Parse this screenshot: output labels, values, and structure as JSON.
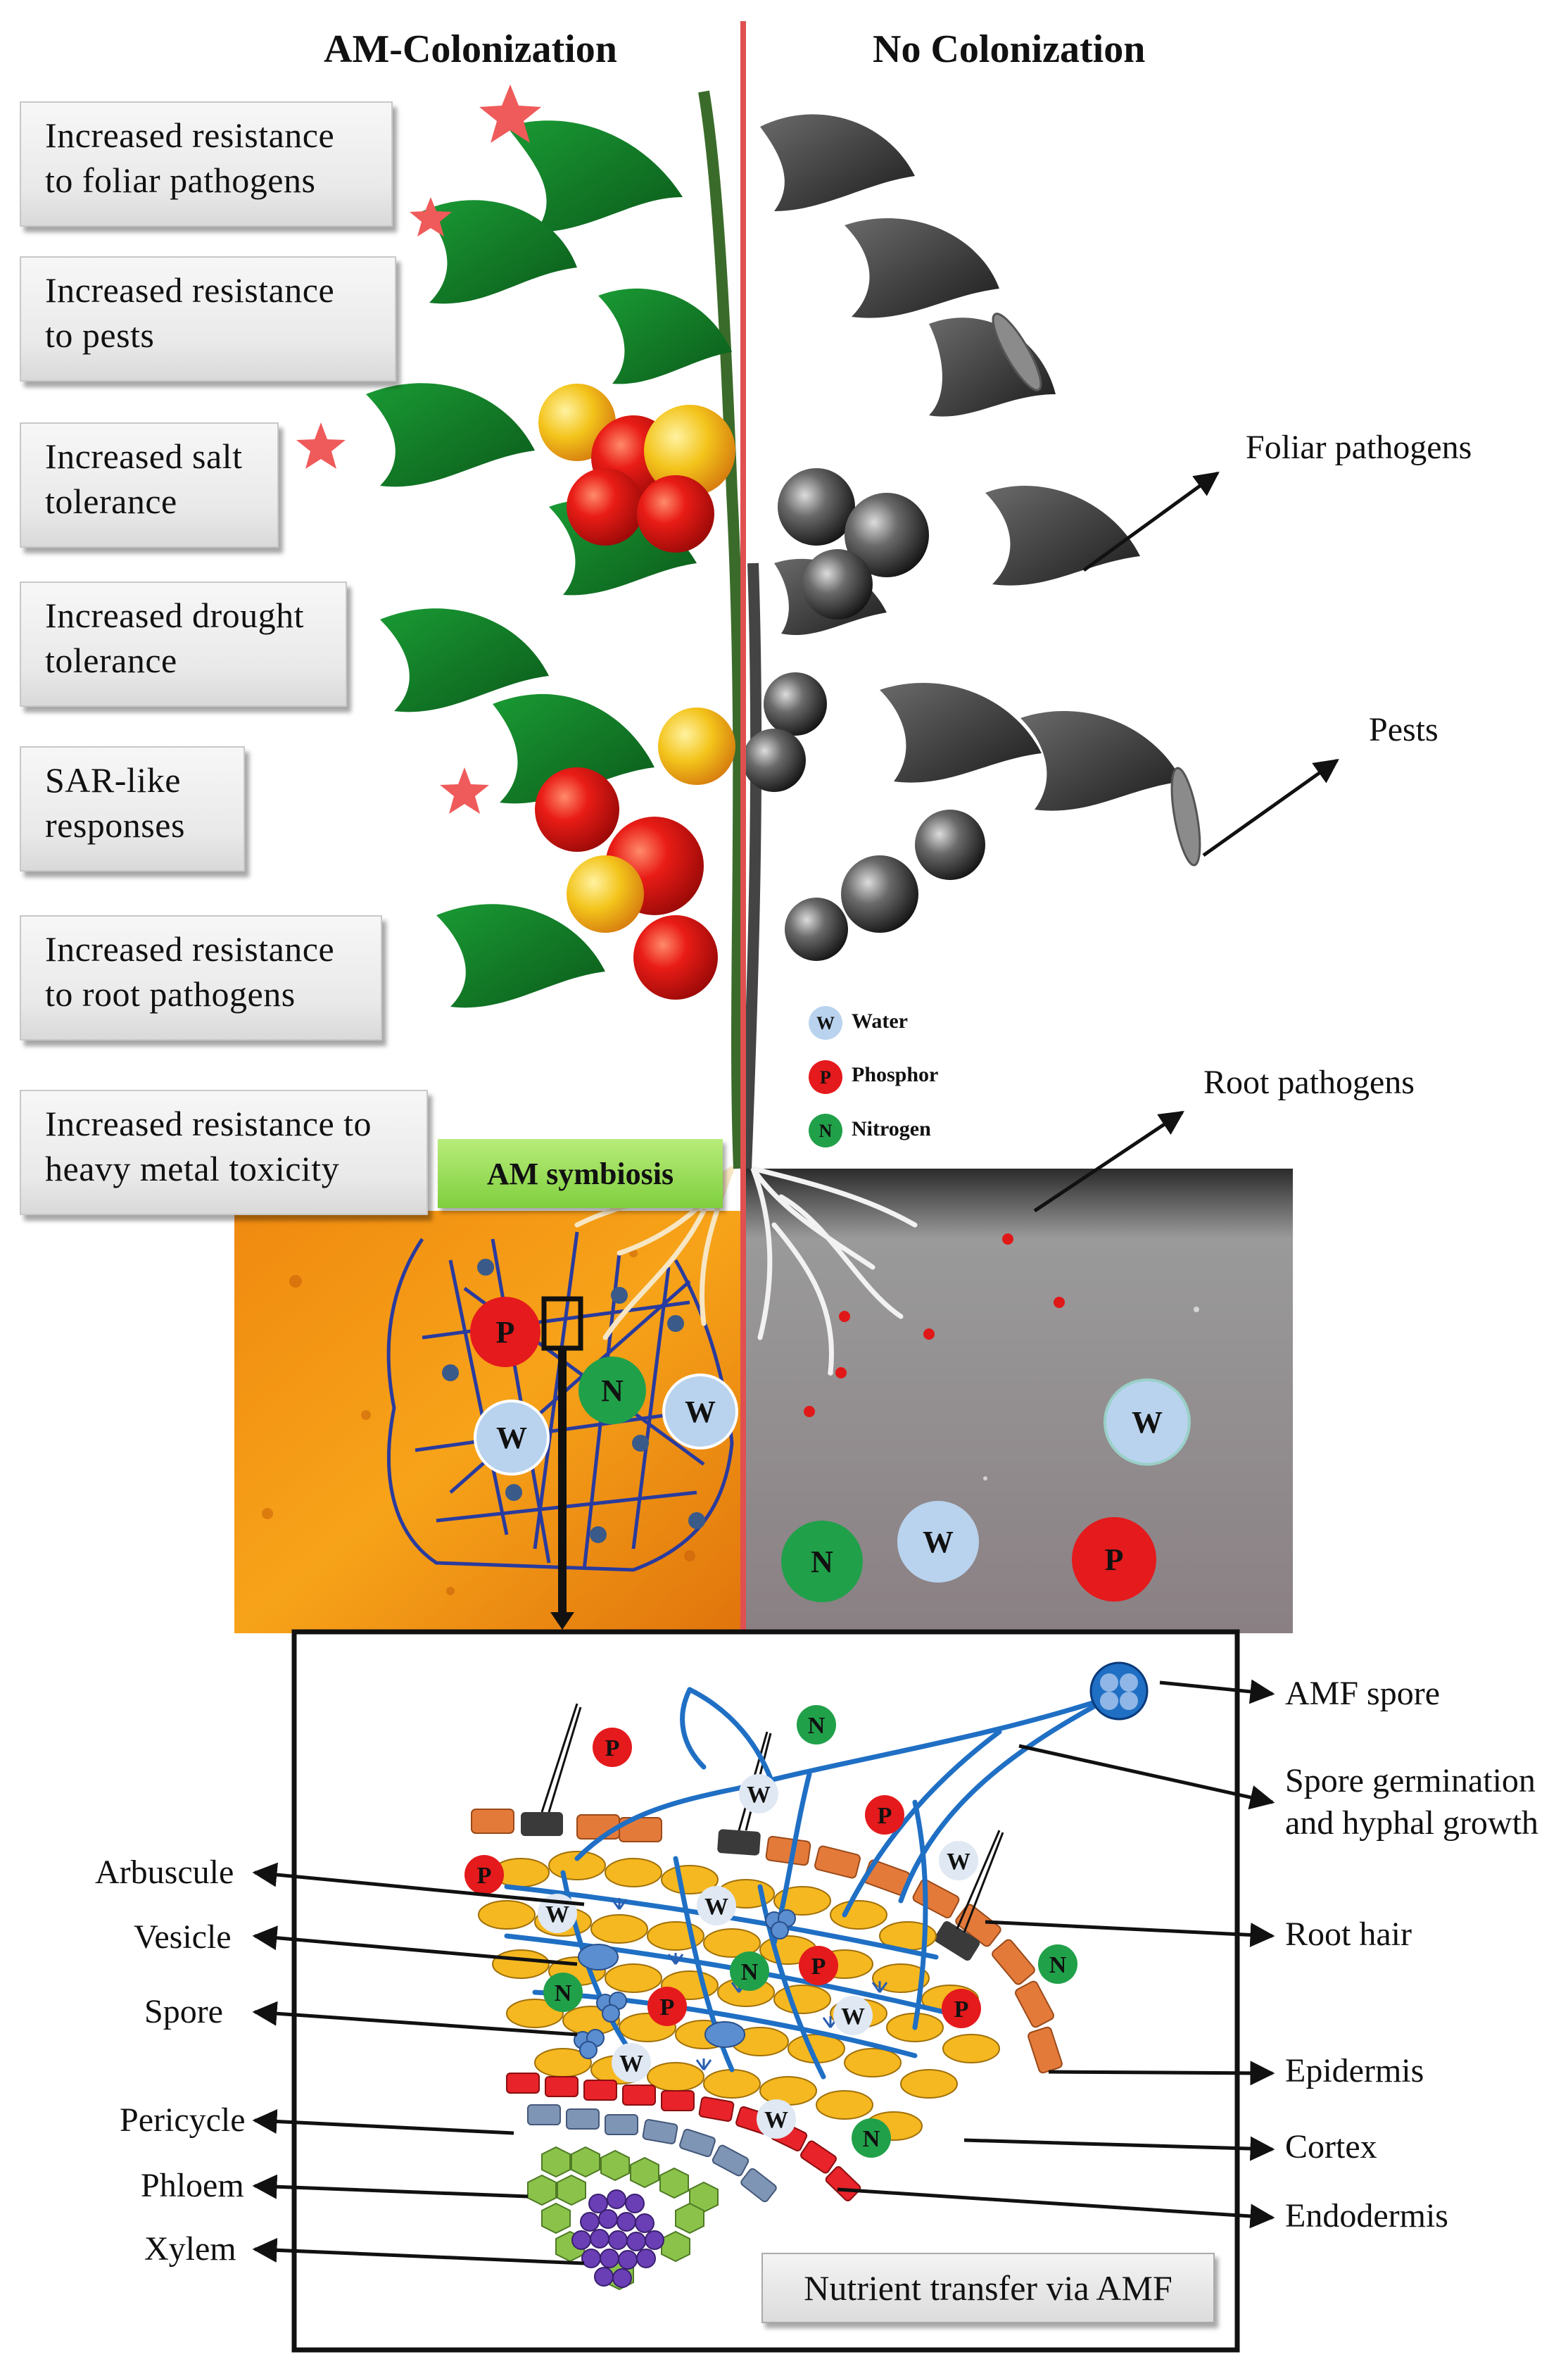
{
  "headers": {
    "left": "AM-Colonization",
    "right": "No Colonization"
  },
  "benefits": [
    "Increased  resistance\nto foliar pathogens",
    "Increased  resistance\nto pests",
    "Increased  salt\ntolerance",
    "Increased  drought\ntolerance",
    "SAR-like\nresponses",
    "Increased resistance\nto root pathogens",
    "Increased resistance to\nheavy metal toxicity"
  ],
  "right_labels": {
    "foliar": "Foliar pathogens",
    "pests": "Pests",
    "root": "Root pathogens"
  },
  "legend": {
    "water": {
      "symbol": "W",
      "text": "Water",
      "color": "#b9d3ee"
    },
    "phosphor": {
      "symbol": "P",
      "text": "Phosphor",
      "color": "#e41a1c"
    },
    "nitrogen": {
      "symbol": "N",
      "text": "Nitrogen",
      "color": "#21a04a"
    }
  },
  "am_symbiosis": "AM symbiosis",
  "root_left_labels": [
    "Arbuscule",
    "Vesicle",
    "Spore",
    "Pericycle",
    "Phloem",
    "Xylem"
  ],
  "root_right_labels": [
    "AMF spore",
    "Spore germination\nand hyphal growth",
    "Root hair",
    "Epidermis",
    "Cortex",
    "Endodermis"
  ],
  "nutrient_transfer": "Nutrient transfer via AMF",
  "colors": {
    "divider": "#e05050",
    "star": "#ef5a5a",
    "hyphae": "#1f6fc4",
    "cortex_cell": "#f5b820",
    "epidermis": "#e47a3a",
    "endodermis": "#e8232a",
    "pericycle": "#7f95b5",
    "phloem": "#8bc34a",
    "xylem": "#6a3fb5"
  }
}
